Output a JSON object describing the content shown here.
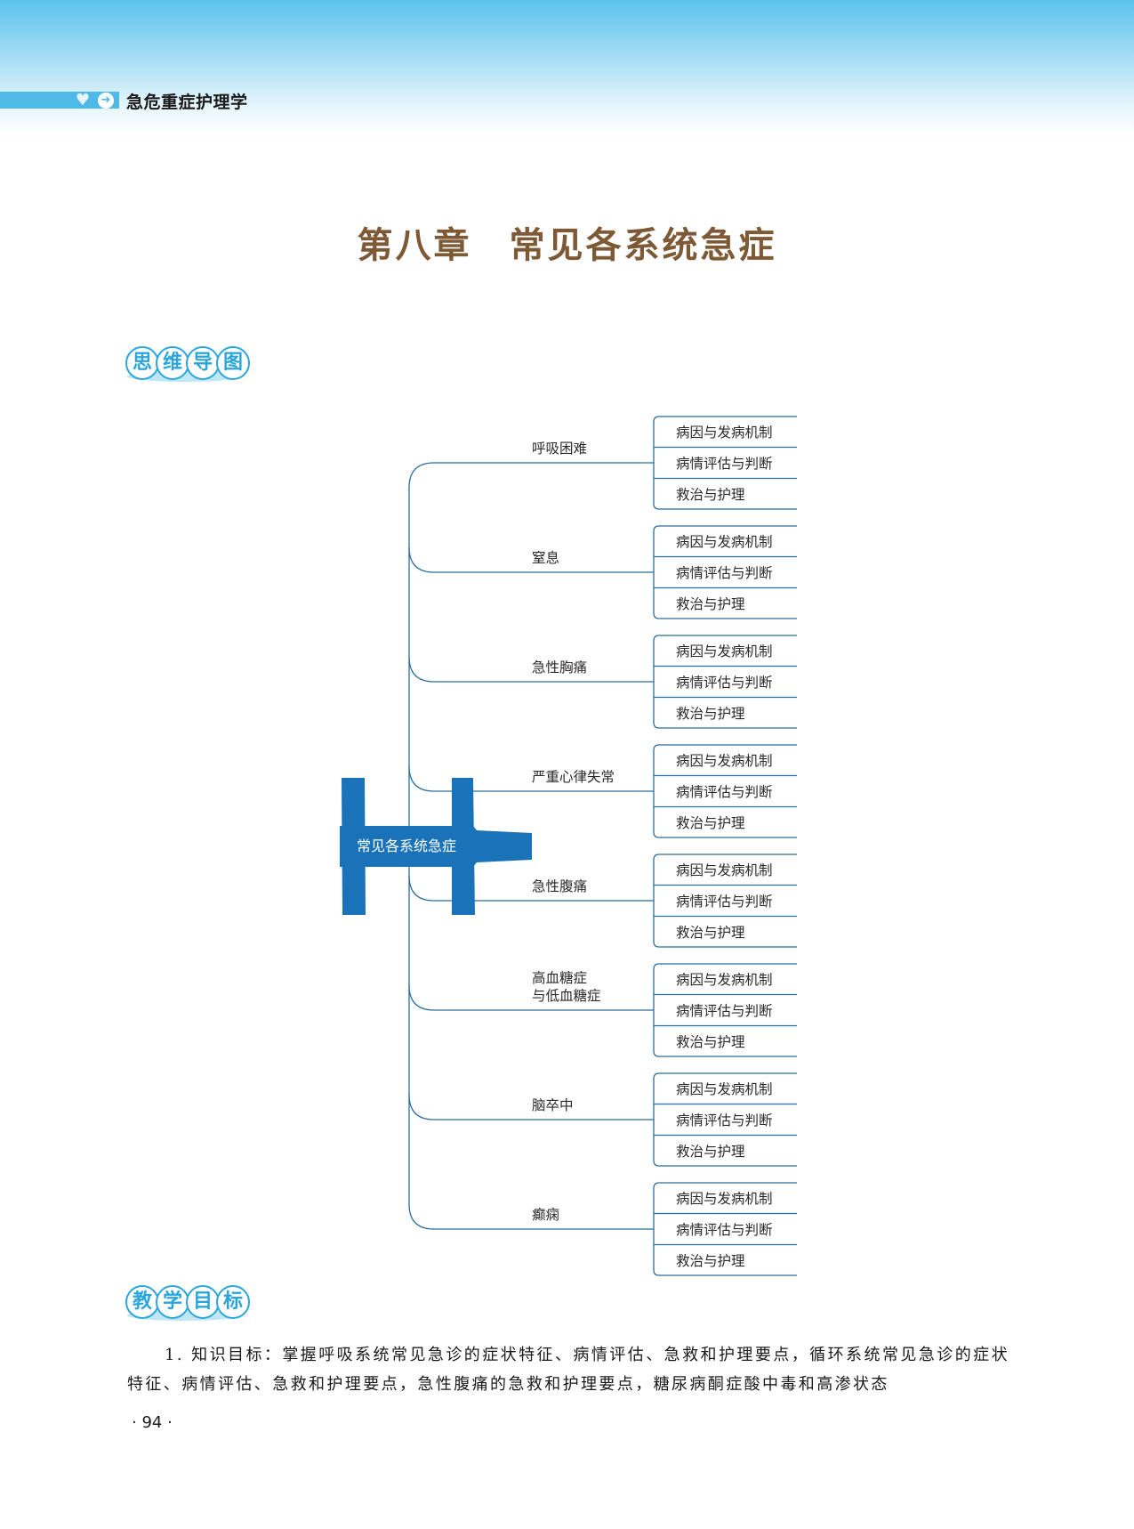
{
  "header": {
    "book_title": "急危重症护理学",
    "accent_color": "#4fb9e8",
    "icons": [
      "heart-icon",
      "arrow-circle-icon"
    ]
  },
  "chapter": {
    "number": "第八章",
    "title": "常见各系统急症"
  },
  "sections": {
    "mind_map": {
      "chars": [
        "思",
        "维",
        "导",
        "图"
      ]
    },
    "objectives": {
      "chars": [
        "教",
        "学",
        "目",
        "标"
      ]
    }
  },
  "mind_map": {
    "center": "常见各系统急症",
    "branches": [
      {
        "label": [
          "呼吸困难"
        ],
        "children": [
          "病因与发病机制",
          "病情评估与判断",
          "救治与护理"
        ]
      },
      {
        "label": [
          "窒息"
        ],
        "children": [
          "病因与发病机制",
          "病情评估与判断",
          "救治与护理"
        ]
      },
      {
        "label": [
          "急性胸痛"
        ],
        "children": [
          "病因与发病机制",
          "病情评估与判断",
          "救治与护理"
        ]
      },
      {
        "label": [
          "严重心律失常"
        ],
        "children": [
          "病因与发病机制",
          "病情评估与判断",
          "救治与护理"
        ]
      },
      {
        "label": [
          "急性腹痛"
        ],
        "children": [
          "病因与发病机制",
          "病情评估与判断",
          "救治与护理"
        ]
      },
      {
        "label": [
          "高血糖症",
          "与低血糖症"
        ],
        "children": [
          "病因与发病机制",
          "病情评估与判断",
          "救治与护理"
        ]
      },
      {
        "label": [
          "脑卒中"
        ],
        "children": [
          "病因与发病机制",
          "病情评估与判断",
          "救治与护理"
        ]
      },
      {
        "label": [
          "癫痫"
        ],
        "children": [
          "病因与发病机制",
          "病情评估与判断",
          "救治与护理"
        ]
      }
    ],
    "center_color": "#1a73b9",
    "line_color": "#2a6f9e"
  },
  "objectives_text": "1. 知识目标：掌握呼吸系统常见急诊的症状特征、病情评估、急救和护理要点，循环系统常见急诊的症状特征、病情评估、急救和护理要点，急性腹痛的急救和护理要点，糖尿病酮症酸中毒和高渗状态",
  "page_number": "· 94 ·"
}
